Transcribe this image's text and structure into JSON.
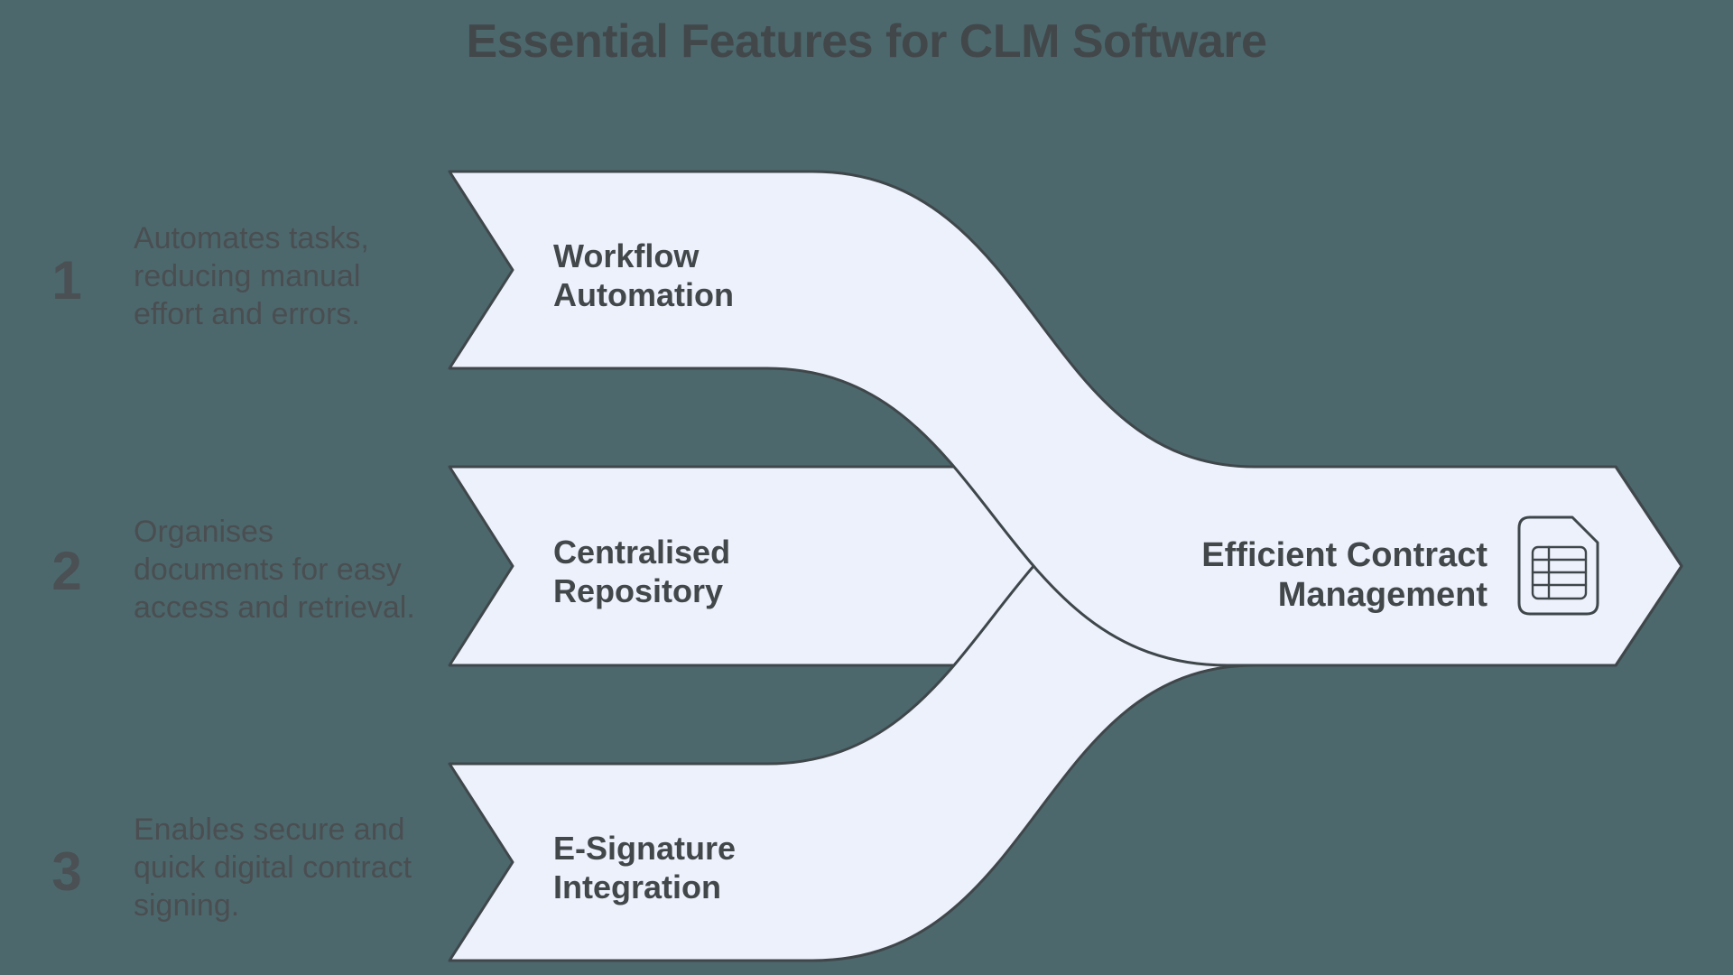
{
  "title": "Essential Features for CLM Software",
  "colors": {
    "background": "#4C686D",
    "ribbon_fill": "#EDF1FC",
    "outline": "#3F474A",
    "heading_text": "#42474A",
    "body_text": "#4A4E51",
    "number_text": "#4A5053"
  },
  "items": [
    {
      "number": "1",
      "description": "Automates tasks,\nreducing manual\neffort and errors.",
      "label": "Workflow\nAutomation"
    },
    {
      "number": "2",
      "description": "Organises\ndocuments for easy\naccess and retrieval.",
      "label": "Centralised\nRepository"
    },
    {
      "number": "3",
      "description": "Enables secure and\nquick digital contract\nsigning.",
      "label": "E-Signature\nIntegration"
    }
  ],
  "result": {
    "label": "Efficient Contract\nManagement",
    "icon": "contract-table-icon"
  }
}
